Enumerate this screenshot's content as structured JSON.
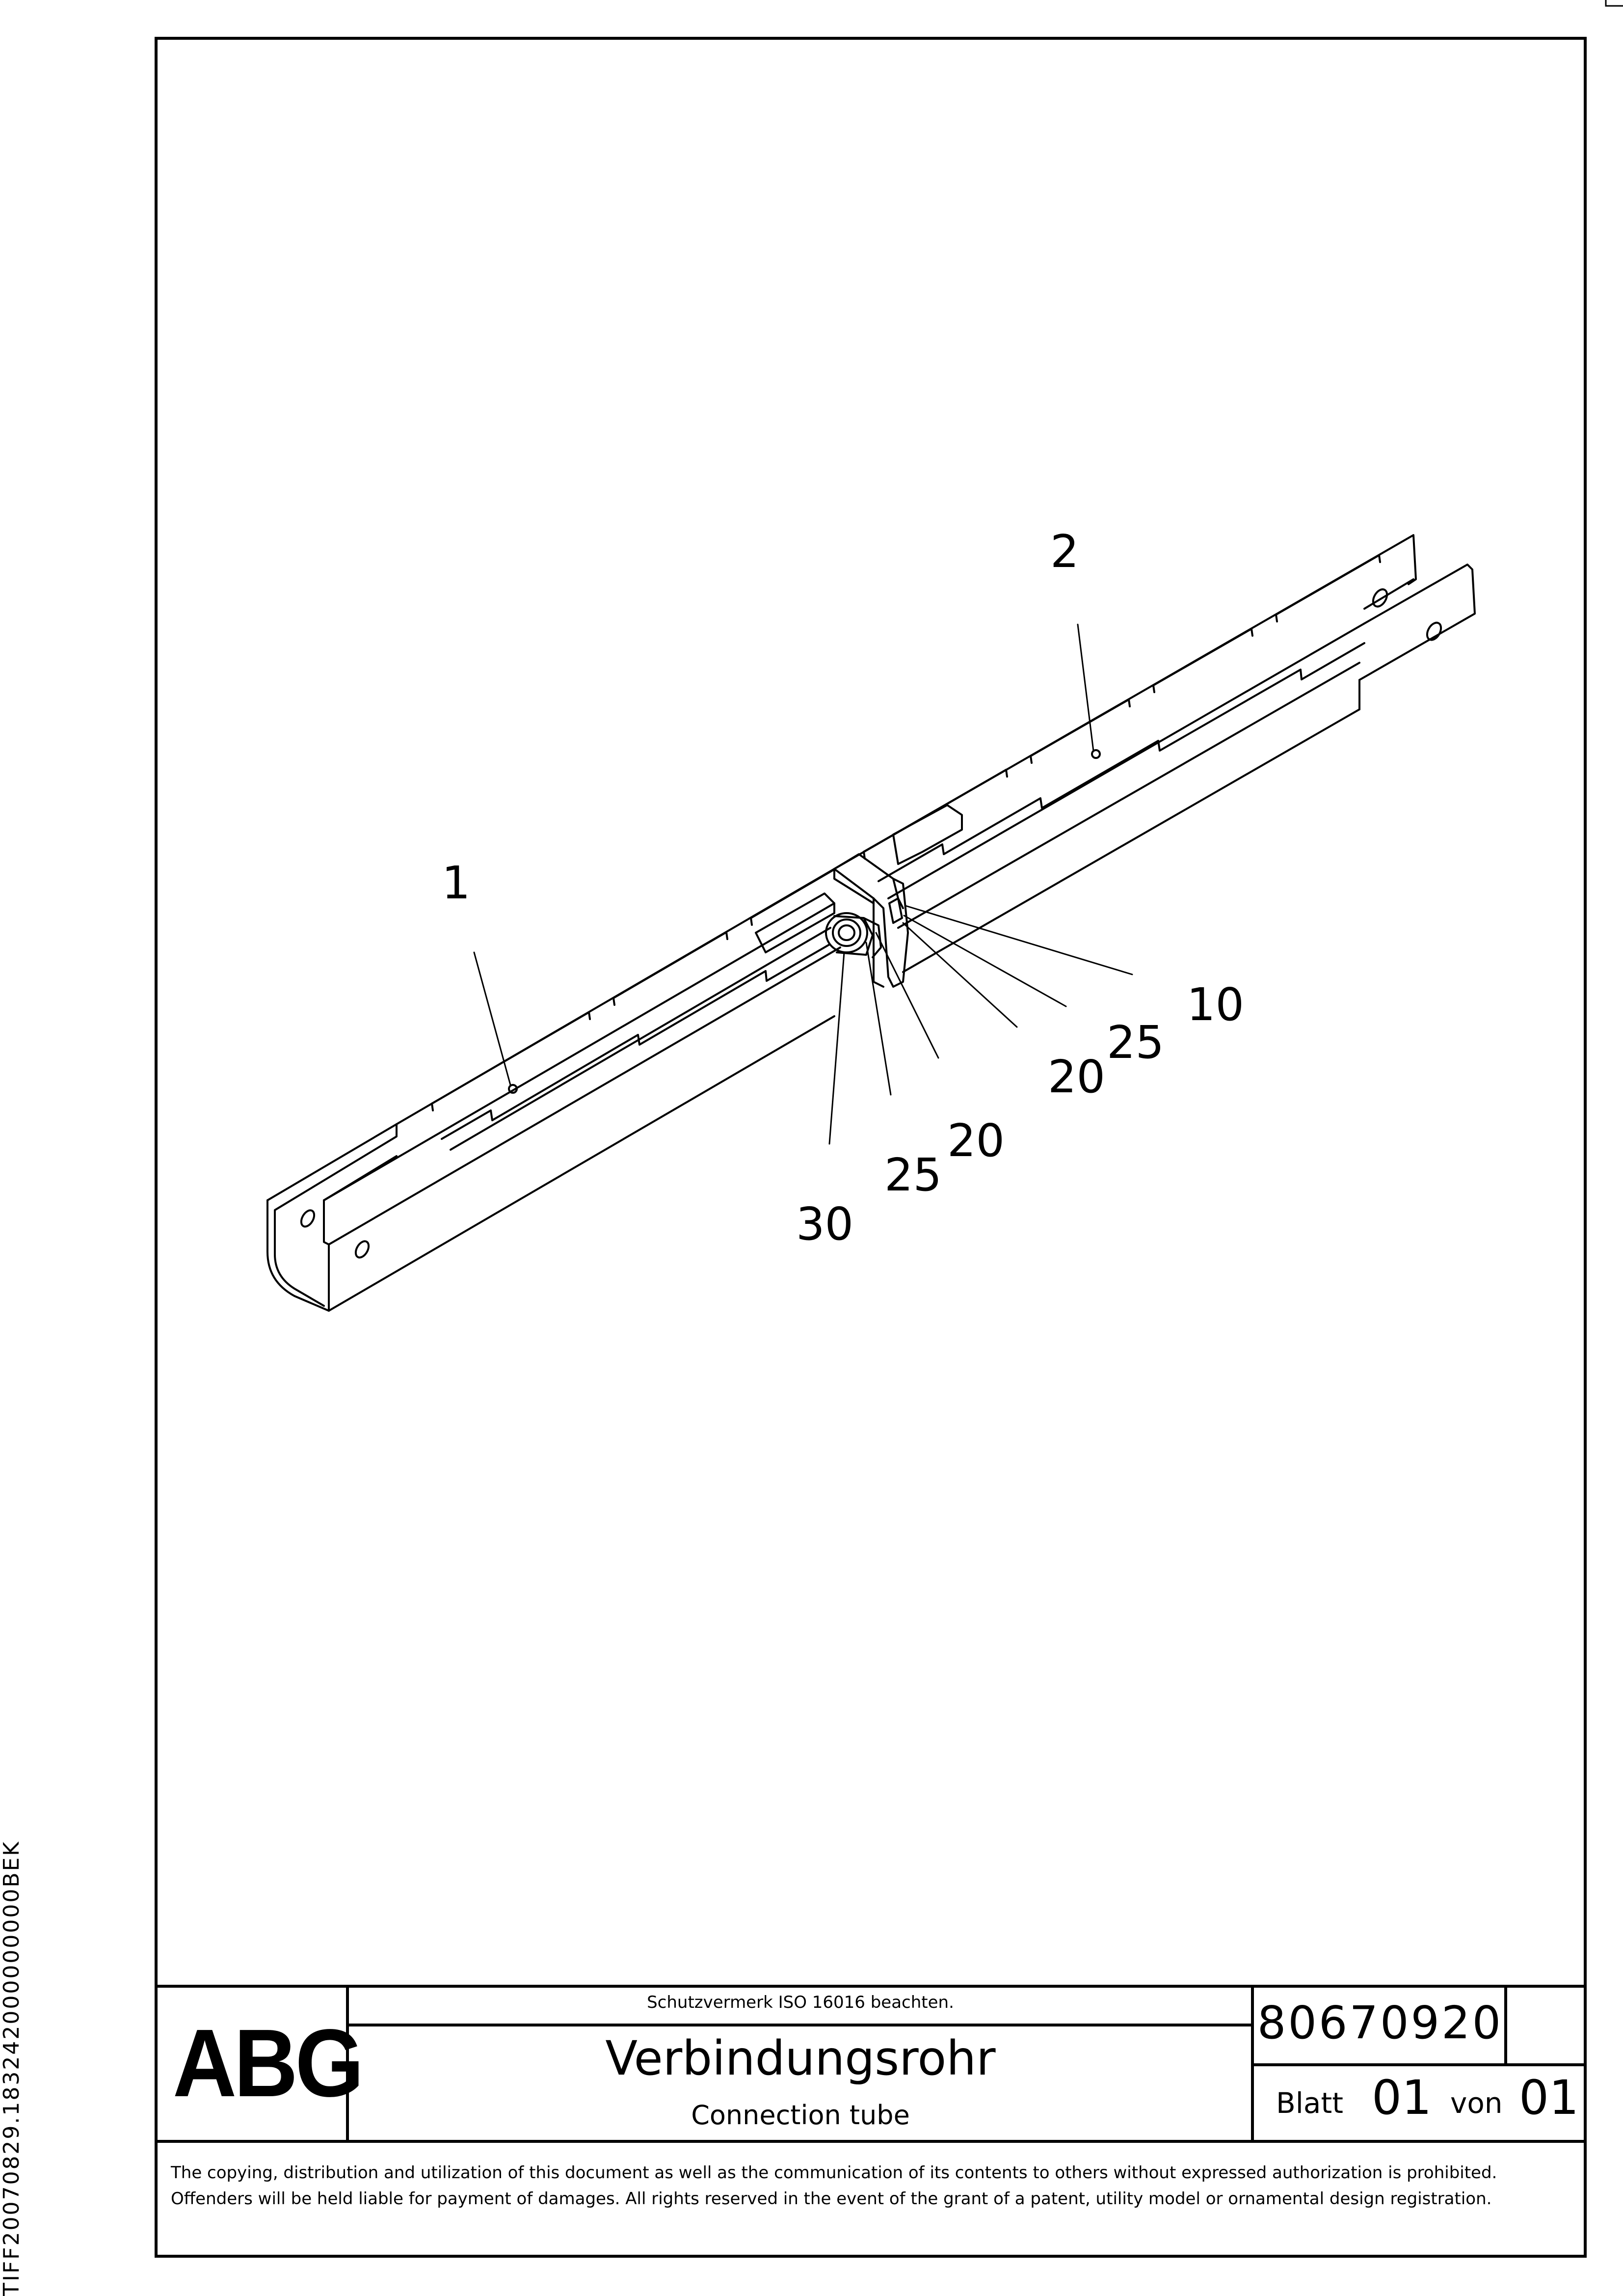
{
  "side_code": "TIFF20070829.183242000000000BEK",
  "drawing": {
    "callouts": [
      "1",
      "2",
      "10",
      "25",
      "20",
      "25",
      "20",
      "30"
    ]
  },
  "title_block": {
    "logo": "ABG",
    "protection_note": "Schutzvermerk ISO 16016 beachten.",
    "title_de": "Verbindungsrohr",
    "title_en": "Connection tube",
    "document_number": "80670920",
    "sheet_label": "Blatt",
    "sheet_number": "01",
    "of_label": "von",
    "sheet_total": "01"
  },
  "copyright_note": "The copying, distribution and utilization of this document as well as the communication of its contents to others without expressed authorization is prohibited. Offenders will be held liable for payment of damages. All rights reserved in the event of the grant of a patent, utility model or ornamental design registration."
}
